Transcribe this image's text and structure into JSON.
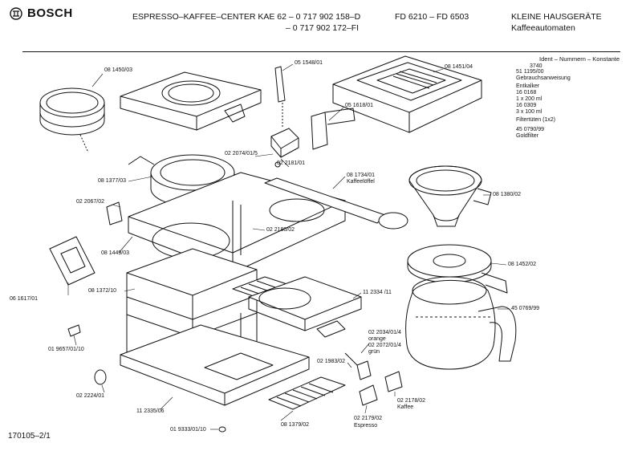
{
  "header": {
    "brand": "BOSCH",
    "title_line1": "ESPRESSO–KAFFEE–CENTER KAE 62 – 0 717 902 158–D",
    "title_line2": "– 0 717 902 172–FI",
    "models": "FD 6210 – FD 6503",
    "category": "KLEINE HAUSGERÄTE",
    "subcategory": "Kaffeeautomaten",
    "ident_header": "Ident – Nummern – Konstante",
    "ident_value": "3740"
  },
  "accessories": [
    "51 1195/00",
    "Gebrauchsanweisung",
    "Entkalker",
    "16 0168",
    "1 x 200 ml",
    "16 0309",
    "3 x 100 ml",
    "Filtertüten (1x2)",
    "45 0790/99",
    "Goldfilter"
  ],
  "labels": [
    "08 1450/03",
    "05 1548/01",
    "08 1451/04",
    "05 1618/01",
    "02 2074/01/5",
    "02 2181/01",
    "08 1377/03",
    "08 1734/01",
    "Kaffeelöffel",
    "08 1380/02",
    "02 2067/02",
    "02 2180/02",
    "08 1449/03",
    "08 1452/02",
    "06 1617/01",
    "08 1372/10",
    "11 2334 /11",
    "45 0769/99",
    "01 9657/01/10",
    "02 2034/01/4",
    "orange",
    "02 2072/01/4",
    "grün",
    "02 1983/02",
    "02 2224/01",
    "11 2335/06",
    "02 2178/02",
    "Kaffee",
    "08 1379/02",
    "02 2179/02",
    "Espresso",
    "01 9333/01/10"
  ],
  "footer": "170105–2/1"
}
